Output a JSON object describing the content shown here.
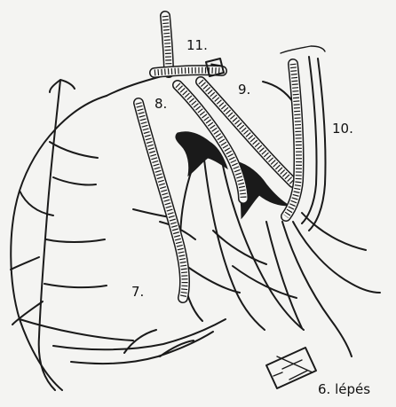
{
  "labels": {
    "step11": "11.",
    "step9": "9.",
    "step8": "8.",
    "step10": "10.",
    "step7": "7.",
    "step6": "6. lépés"
  }
}
